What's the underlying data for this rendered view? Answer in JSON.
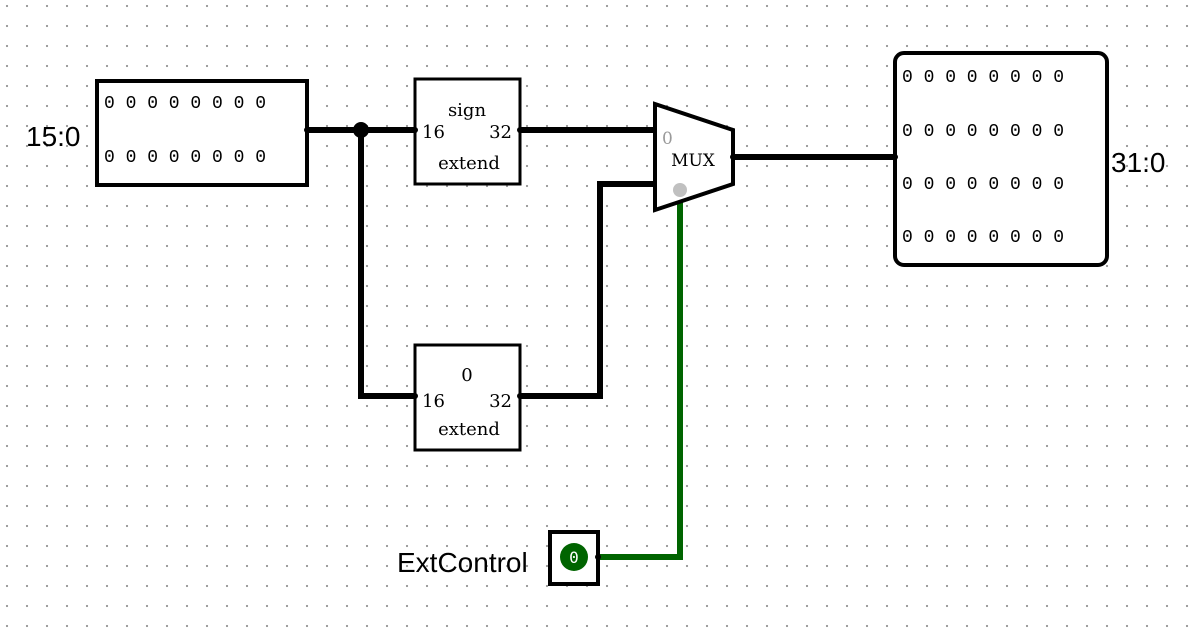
{
  "input_pin": {
    "label": "15:0",
    "rows": [
      "0 0 0 0 0 0 0 0",
      "0 0 0 0 0 0 0 0"
    ]
  },
  "sign_extend": {
    "title": "sign",
    "in_width": "16",
    "out_width": "32",
    "subtitle": "extend"
  },
  "zero_extend": {
    "title": "0",
    "in_width": "16",
    "out_width": "32",
    "subtitle": "extend"
  },
  "mux": {
    "label": "MUX",
    "input0_label": "0"
  },
  "output_pin": {
    "label": "31:0",
    "rows": [
      "0 0 0 0 0 0 0 0",
      "0 0 0 0 0 0 0 0",
      "0 0 0 0 0 0 0 0",
      "0 0 0 0 0 0 0 0"
    ]
  },
  "control": {
    "label": "ExtControl",
    "value": "0"
  },
  "colors": {
    "wire_bus": "#000000",
    "wire_control": "#006400",
    "control_led": "#006400"
  }
}
